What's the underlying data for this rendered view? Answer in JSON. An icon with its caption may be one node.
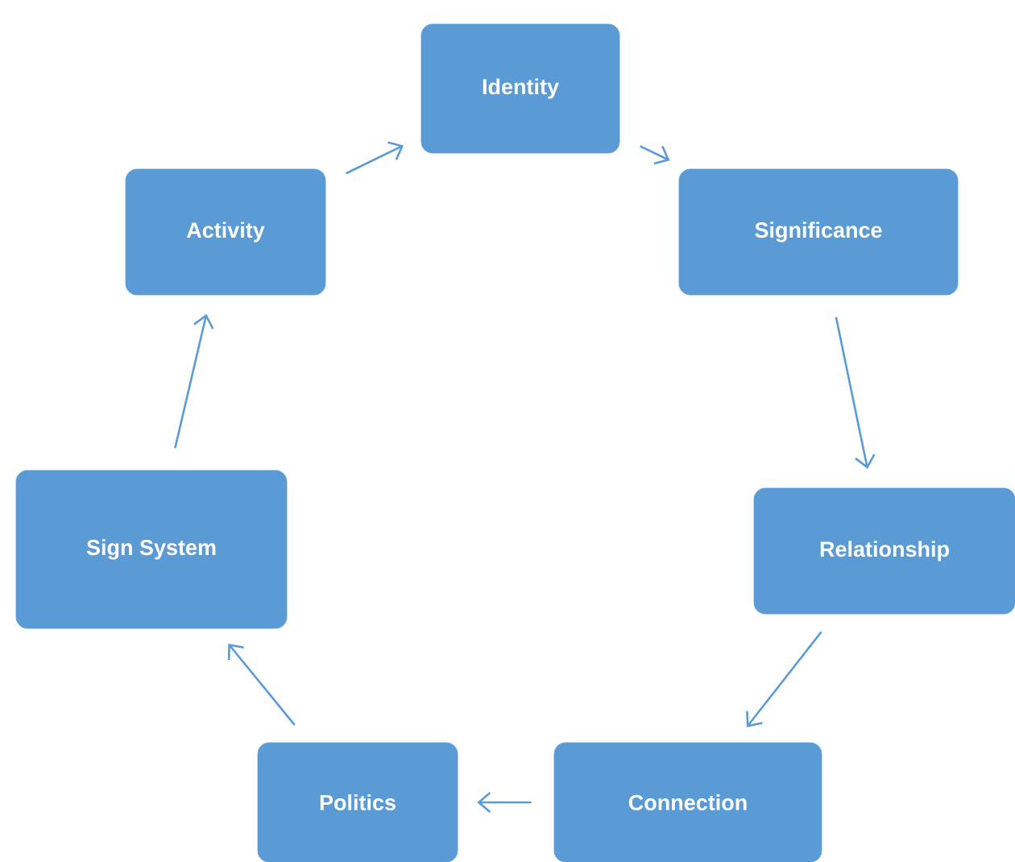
{
  "diagram": {
    "nodes": [
      {
        "text": [
          "Identity"
        ]
      },
      {
        "text": [
          "Significance"
        ]
      },
      {
        "text": [
          "Relationship"
        ]
      },
      {
        "text": [
          "Connection"
        ]
      },
      {
        "text": [
          "Politics"
        ]
      },
      {
        "text": [
          "Sign System"
        ]
      },
      {
        "text": [
          "Activity"
        ]
      }
    ],
    "edges": [
      {
        "from": 0,
        "to": 1,
        "arrow": "to"
      },
      {
        "from": 1,
        "to": 2,
        "arrow": "to"
      },
      {
        "from": 2,
        "to": 3,
        "arrow": "to"
      },
      {
        "from": 3,
        "to": 4,
        "arrow": "to"
      },
      {
        "from": 4,
        "to": 5,
        "arrow": "to"
      },
      {
        "from": 5,
        "to": 6,
        "arrow": "to"
      },
      {
        "from": 6,
        "to": 0,
        "arrow": "to"
      }
    ]
  }
}
